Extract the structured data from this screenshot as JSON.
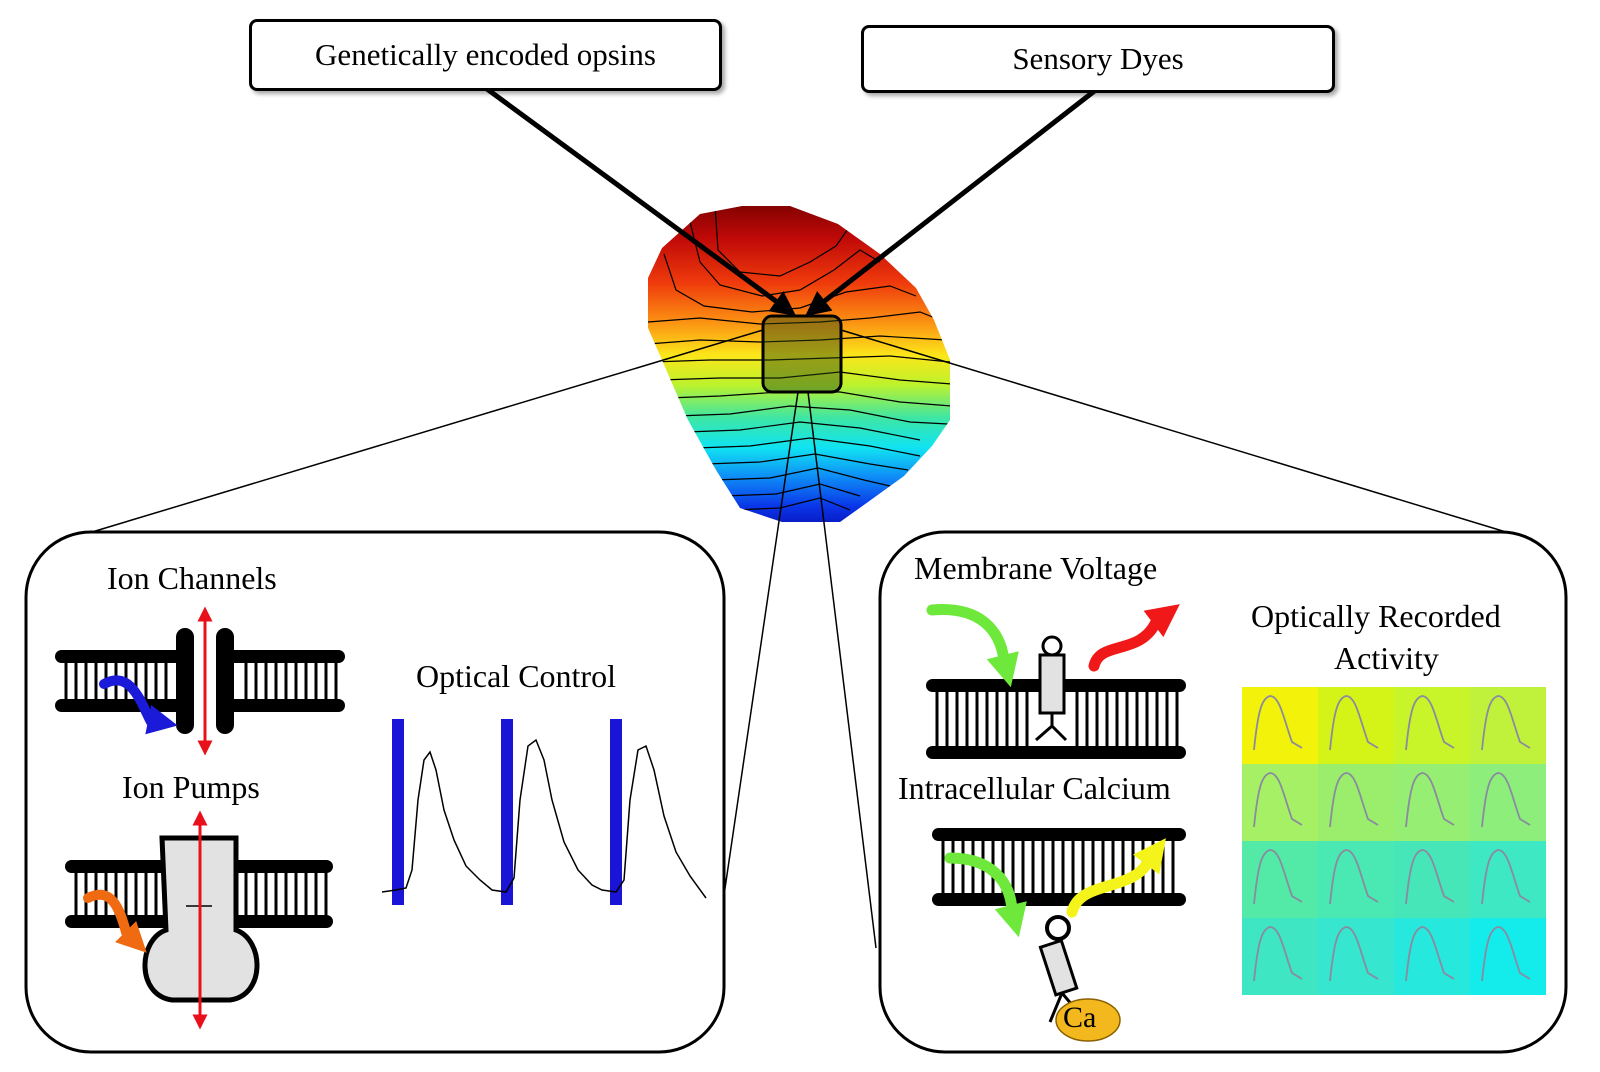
{
  "labels": {
    "opsins": "Genetically encoded opsins",
    "dyes": "Sensory Dyes",
    "ion_channels": "Ion Channels",
    "ion_pumps": "Ion Pumps",
    "optical_control": "Optical Control",
    "membrane_voltage": "Membrane Voltage",
    "intracellular_calcium": "Intracellular Calcium",
    "recorded_line1": "Optically Recorded",
    "recorded_line2": "Activity",
    "ca": "Ca"
  },
  "colors": {
    "stroke": "#000000",
    "pulse": "#1a14d6",
    "channel_arrow": "#e8101a",
    "blue_arrow": "#1a1ad8",
    "orange_arrow": "#f06a12",
    "green_arrow": "#6ee83a",
    "red_arrow": "#f01818",
    "yellow_arrow": "#f4f41a",
    "ca_fill": "#f2b81e",
    "protein_fill": "#e2e2e2"
  },
  "grid": {
    "rows": 4,
    "cols": 4,
    "cell_colors": [
      [
        "#f2f20a",
        "#d4f418",
        "#c8f42a",
        "#c0f23c"
      ],
      [
        "#a6f066",
        "#9aee6c",
        "#96ee72",
        "#8eee7c"
      ],
      [
        "#52eaa6",
        "#4ae8b2",
        "#46e6b8",
        "#3ee8c2"
      ],
      [
        "#3ee6c4",
        "#36e6ce",
        "#26e8dc",
        "#14ecec"
      ]
    ]
  }
}
